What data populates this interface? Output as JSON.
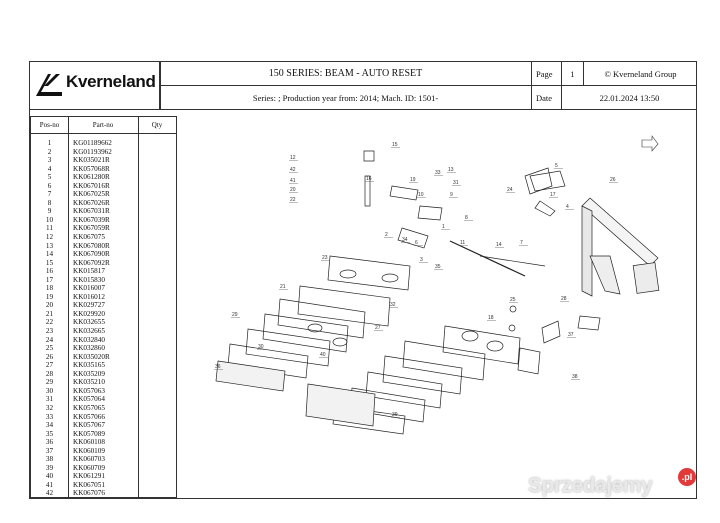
{
  "header": {
    "brand": "Kverneland",
    "title": "150 SERIES: BEAM - AUTO RESET",
    "page_label": "Page",
    "page_number": "1",
    "company": "© Kverneland Group",
    "series_line": "Series: ; Production year from: 2014; Mach. ID: 1501-",
    "date_label": "Date",
    "date_value": "22.01.2024  13:50"
  },
  "parts_table": {
    "columns": [
      "Pos-no",
      "Part-no",
      "Qty"
    ],
    "rows": [
      {
        "pos": "1",
        "part": "KG01189662"
      },
      {
        "pos": "2",
        "part": "KG01193962"
      },
      {
        "pos": "3",
        "part": "KK035021R"
      },
      {
        "pos": "4",
        "part": "KK057068R"
      },
      {
        "pos": "5",
        "part": "KK061280R"
      },
      {
        "pos": "6",
        "part": "KK067016R"
      },
      {
        "pos": "7",
        "part": "KK067025R"
      },
      {
        "pos": "8",
        "part": "KK067026R"
      },
      {
        "pos": "9",
        "part": "KK067031R"
      },
      {
        "pos": "10",
        "part": "KK067039R"
      },
      {
        "pos": "11",
        "part": "KK067059R"
      },
      {
        "pos": "12",
        "part": "KK067075"
      },
      {
        "pos": "13",
        "part": "KK067080R"
      },
      {
        "pos": "14",
        "part": "KK067090R"
      },
      {
        "pos": "15",
        "part": "KK067092R"
      },
      {
        "pos": "16",
        "part": "KK015817"
      },
      {
        "pos": "17",
        "part": "KK015830"
      },
      {
        "pos": "18",
        "part": "KK016007"
      },
      {
        "pos": "19",
        "part": "KK016012"
      },
      {
        "pos": "20",
        "part": "KK029727"
      },
      {
        "pos": "21",
        "part": "KK029920"
      },
      {
        "pos": "22",
        "part": "KK032655"
      },
      {
        "pos": "23",
        "part": "KK032665"
      },
      {
        "pos": "24",
        "part": "KK032840"
      },
      {
        "pos": "25",
        "part": "KK032860"
      },
      {
        "pos": "26",
        "part": "KK035020R"
      },
      {
        "pos": "27",
        "part": "KK035165"
      },
      {
        "pos": "28",
        "part": "KK035209"
      },
      {
        "pos": "29",
        "part": "KK035210"
      },
      {
        "pos": "30",
        "part": "KK057063"
      },
      {
        "pos": "31",
        "part": "KK057064"
      },
      {
        "pos": "32",
        "part": "KK057065"
      },
      {
        "pos": "33",
        "part": "KK057066"
      },
      {
        "pos": "34",
        "part": "KK057067"
      },
      {
        "pos": "35",
        "part": "KK057089"
      },
      {
        "pos": "36",
        "part": "KK060108"
      },
      {
        "pos": "37",
        "part": "KK060109"
      },
      {
        "pos": "38",
        "part": "KK060703"
      },
      {
        "pos": "39",
        "part": "KK060709"
      },
      {
        "pos": "40",
        "part": "KK061291"
      },
      {
        "pos": "41",
        "part": "KK067051"
      },
      {
        "pos": "42",
        "part": "KK067076"
      }
    ]
  },
  "diagram": {
    "callouts": [
      "15",
      "12",
      "42",
      "41",
      "20",
      "16",
      "22",
      "19",
      "33",
      "10",
      "13",
      "9",
      "31",
      "8",
      "2",
      "11",
      "14",
      "6",
      "1",
      "3",
      "7",
      "5",
      "4",
      "24",
      "17",
      "26",
      "23",
      "25",
      "28",
      "18",
      "34",
      "35",
      "21",
      "29",
      "30",
      "36",
      "32",
      "27",
      "40",
      "39",
      "37",
      "38"
    ]
  },
  "watermark": {
    "text": "Sprzedajemy",
    "badge": ".pl"
  }
}
